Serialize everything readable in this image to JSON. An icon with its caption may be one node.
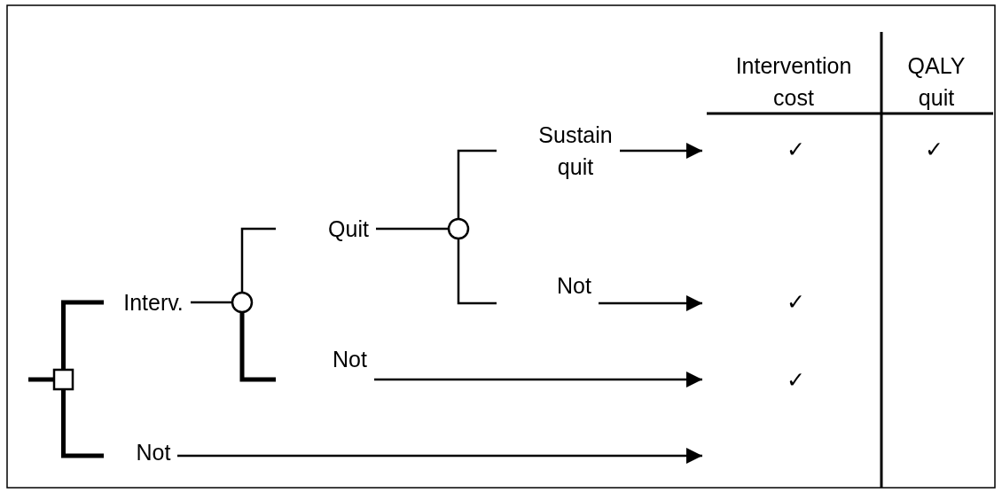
{
  "diagram": {
    "nodes": [
      {
        "text": [],
        "shape": "box"
      },
      {
        "text": [
          "Interv."
        ]
      },
      {
        "text": [],
        "shape": "circle"
      },
      {
        "text": [
          "Quit"
        ]
      },
      {
        "text": [],
        "shape": "circle"
      },
      {
        "text": [
          "Sustain quit"
        ]
      },
      {
        "text": [
          "Not"
        ]
      },
      {
        "text": [
          "Not"
        ]
      },
      {
        "text": [
          "Not"
        ]
      }
    ],
    "edges": [
      {
        "from": null,
        "to": 0,
        "arrow": "none",
        "style": "thick"
      },
      {
        "from": 0,
        "to": 1,
        "arrow": "none",
        "style": "thick"
      },
      {
        "from": 0,
        "to": 8,
        "arrow": "none",
        "style": "thick"
      },
      {
        "from": 1,
        "to": 2,
        "arrow": "none"
      },
      {
        "from": 2,
        "to": 3,
        "arrow": "none"
      },
      {
        "from": 2,
        "to": 7,
        "arrow": "none",
        "style": "thick"
      },
      {
        "from": 3,
        "to": 4,
        "arrow": "none"
      },
      {
        "from": 4,
        "to": 5,
        "arrow": "none"
      },
      {
        "from": 4,
        "to": 6,
        "arrow": "none"
      },
      {
        "from": 5,
        "to": null,
        "arrow": "to"
      },
      {
        "from": 6,
        "to": null,
        "arrow": "to"
      },
      {
        "from": 7,
        "to": null,
        "arrow": "to"
      },
      {
        "from": 8,
        "to": null,
        "arrow": "to"
      }
    ],
    "labels": [
      "Intervention cost",
      "QALY quit",
      "✓",
      "✓",
      "✓",
      "✓"
    ]
  }
}
